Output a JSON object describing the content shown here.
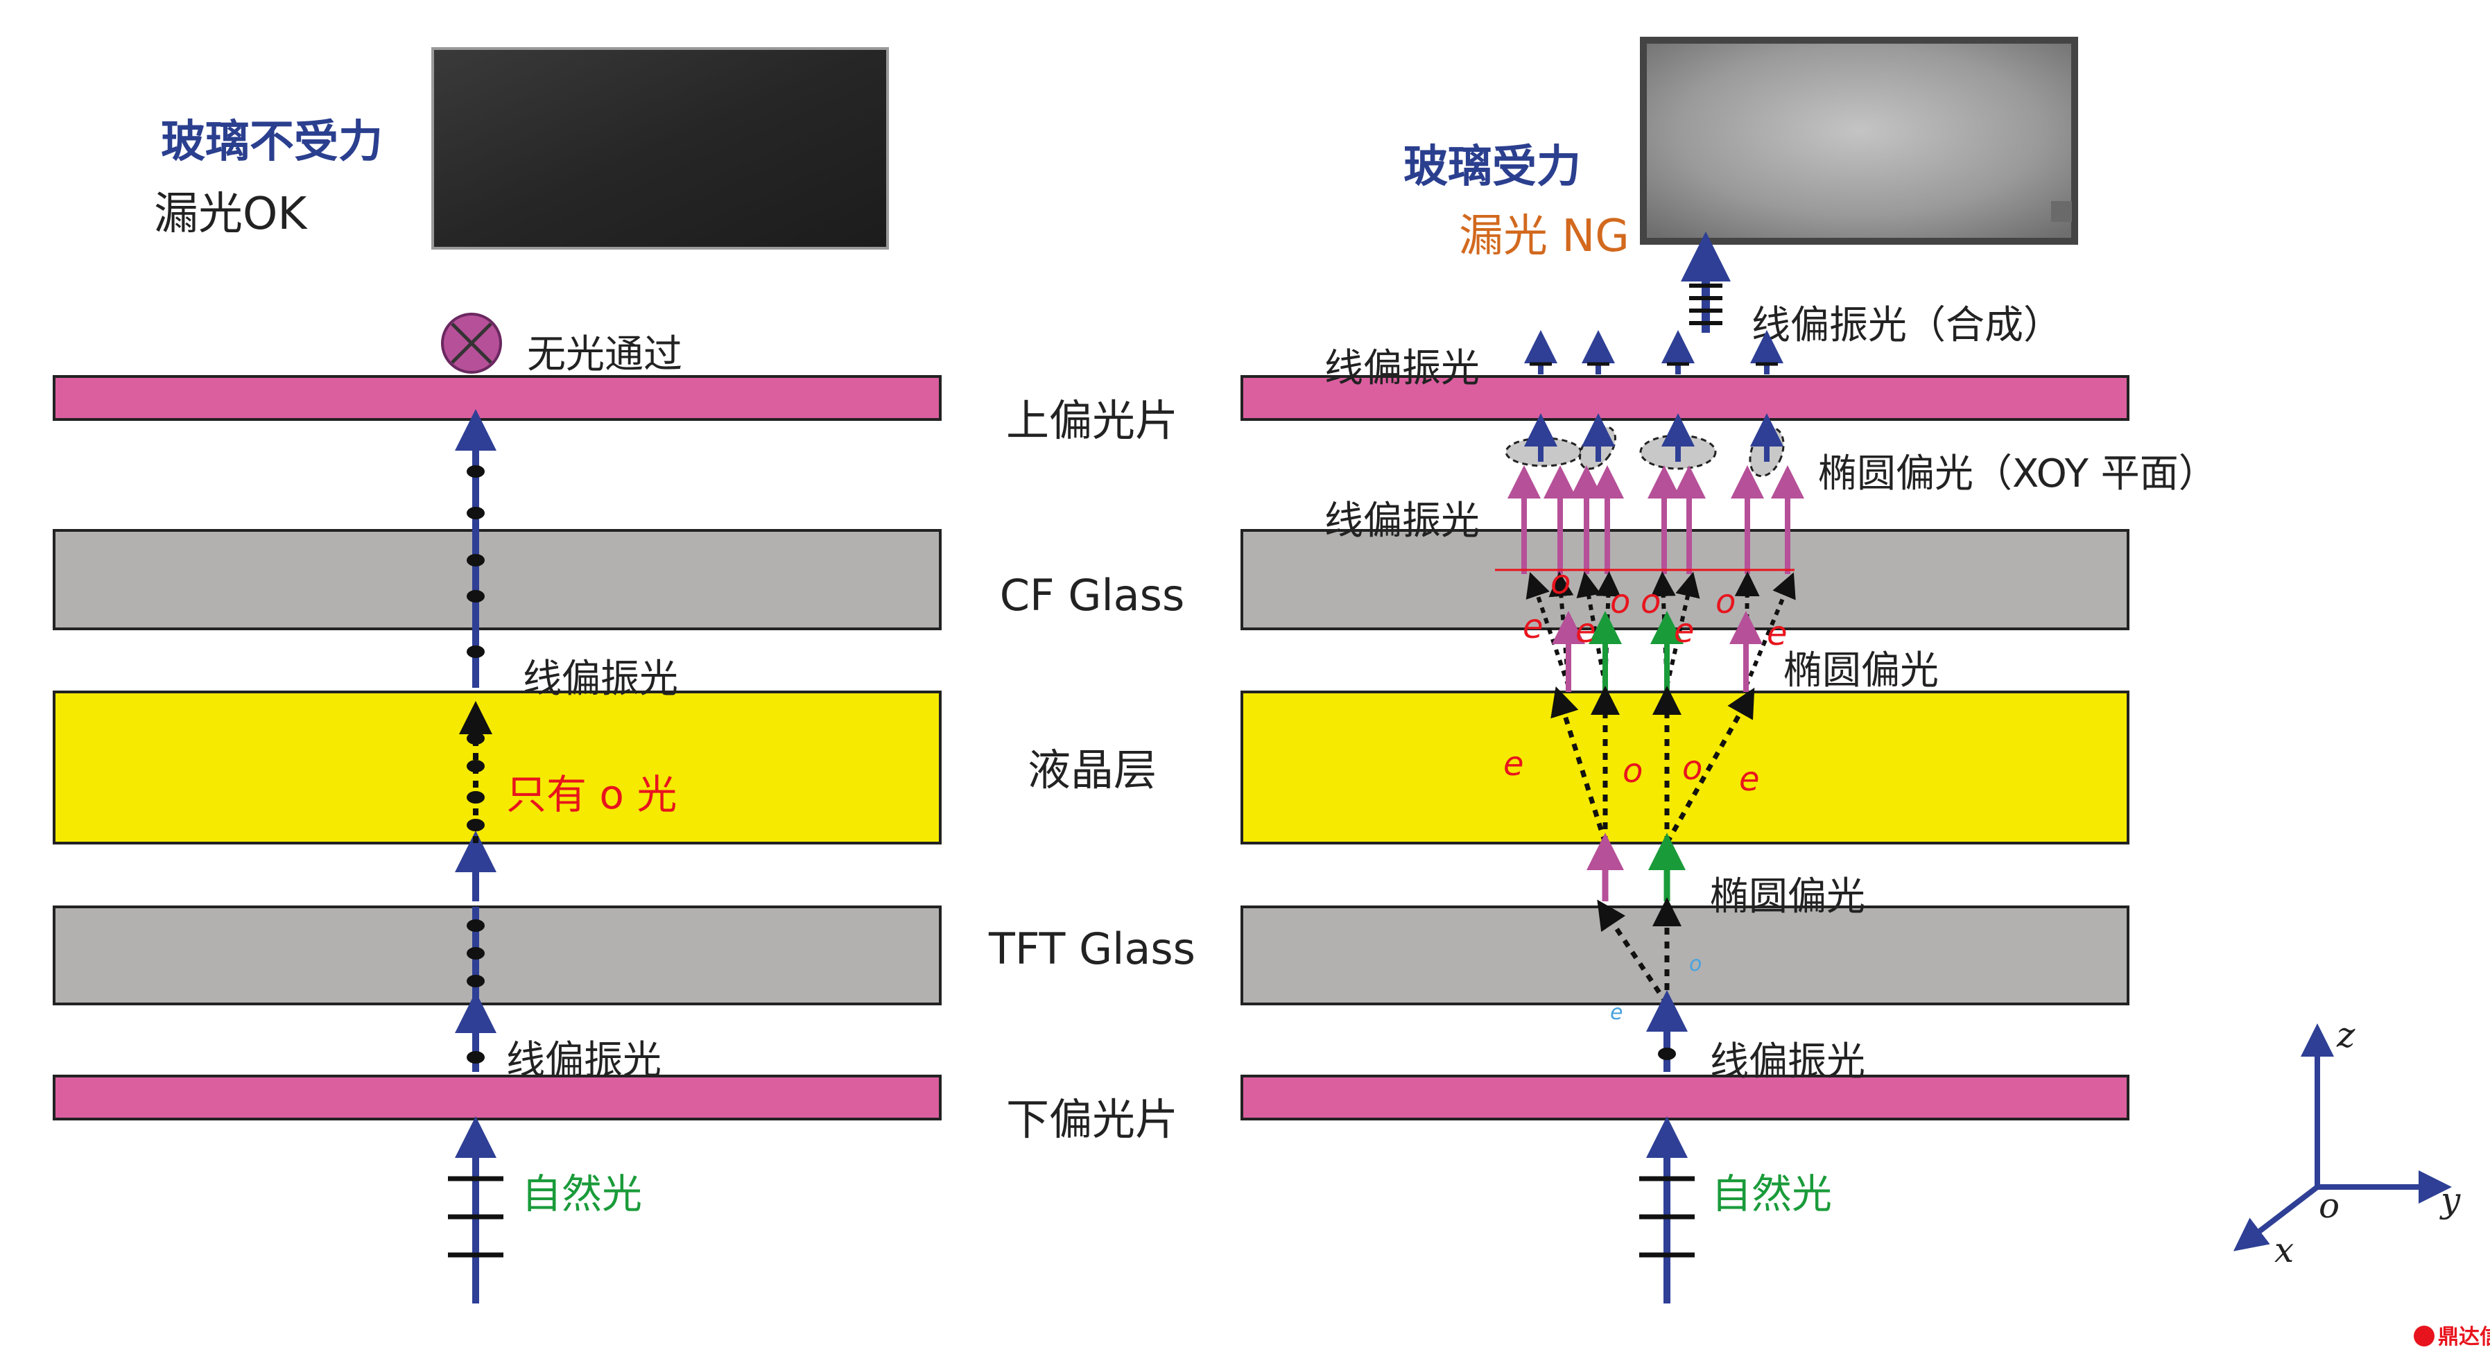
{
  "left_panel": {
    "heading": "玻璃不受力",
    "status": "漏光OK",
    "no_light_label": "无光通过",
    "linear_pol_top": "线偏振光",
    "only_o_label": "只有 o 光",
    "linear_pol_bottom": "线偏振光",
    "natural_light": "自然光"
  },
  "right_panel": {
    "heading": "玻璃受力",
    "status": "漏光 NG",
    "linear_pol_combined": "线偏振光（合成）",
    "linear_pol_1": "线偏振光",
    "ellipse_xoy": "椭圆偏光（XOY 平面）",
    "linear_pol_2": "线偏振光",
    "ellipse_1": "椭圆偏光",
    "ellipse_2": "椭圆偏光",
    "linear_pol_bottom": "线偏振光",
    "natural_light": "自然光",
    "ray_labels": [
      "e",
      "o",
      "o",
      "o",
      "o",
      "e",
      "e",
      "e",
      "e",
      "o",
      "o",
      "e",
      "o",
      "e"
    ]
  },
  "layers": {
    "upper_polarizer": "上偏光片",
    "cf_glass": "CF Glass",
    "liquid_crystal": "液晶层",
    "tft_glass": "TFT Glass",
    "lower_polarizer": "下偏光片"
  },
  "axes": {
    "z": "z",
    "y": "y",
    "x": "x",
    "o": "o"
  },
  "colors": {
    "polarizer": "#db5f9f",
    "glass": "#b2b1b0",
    "liquid_crystal": "#f5ea00",
    "arrow_blue": "#2e3f95",
    "arrow_magenta": "#b65098",
    "arrow_green": "#1a9b3a",
    "label_red": "#e8141d",
    "label_orange": "#d2691e"
  },
  "watermark": "鼎达信"
}
